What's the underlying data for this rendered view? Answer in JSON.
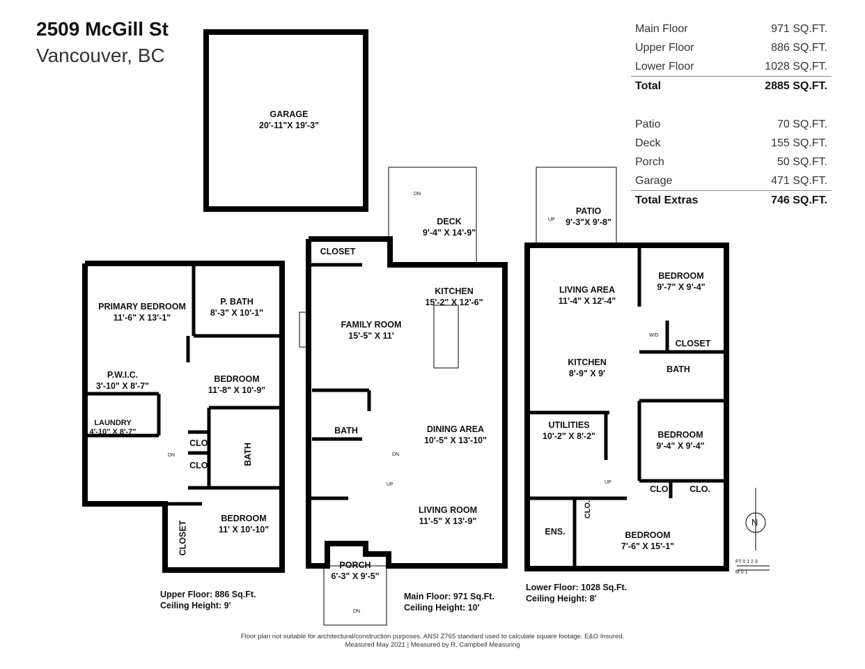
{
  "header": {
    "address_line1": "2509 McGill St",
    "address_line2": "Vancouver, BC"
  },
  "area_table": {
    "rows": [
      {
        "label": "Main Floor",
        "value": "971 SQ.FT."
      },
      {
        "label": "Upper Floor",
        "value": "886 SQ.FT."
      },
      {
        "label": "Lower Floor",
        "value": "1028 SQ.FT."
      }
    ],
    "total": {
      "label": "Total",
      "value": "2885 SQ.FT."
    },
    "extras": [
      {
        "label": "Patio",
        "value": "70 SQ.FT."
      },
      {
        "label": "Deck",
        "value": "155 SQ.FT."
      },
      {
        "label": "Porch",
        "value": "50 SQ.FT."
      },
      {
        "label": "Garage",
        "value": "471 SQ.FT."
      }
    ],
    "extras_total": {
      "label": "Total Extras",
      "value": "746 SQ.FT."
    }
  },
  "rooms": {
    "garage": {
      "name": "GARAGE",
      "dim": "20'-11\"X 19'-3\""
    },
    "deck": {
      "name": "DECK",
      "dim": "9'-4\" X 14'-9\""
    },
    "patio": {
      "name": "PATIO",
      "dim": "9'-3\"X 9'-8\""
    },
    "main_closet": {
      "name": "CLOSET"
    },
    "kitchen_main": {
      "name": "KITCHEN",
      "dim": "15'-2\" X 12'-6\""
    },
    "family_room": {
      "name": "FAMILY ROOM",
      "dim": "15'-5\" X 11'"
    },
    "main_bath": {
      "name": "BATH"
    },
    "dining_area": {
      "name": "DINING AREA",
      "dim": "10'-5\" X 13'-10\""
    },
    "living_room": {
      "name": "LIVING ROOM",
      "dim": "11'-5\" X 13'-9\""
    },
    "porch": {
      "name": "PORCH",
      "dim": "6'-3\" X 9'-5\""
    },
    "primary_bedroom": {
      "name": "PRIMARY BEDROOM",
      "dim": "11'-6\" X 13'-1\""
    },
    "p_bath": {
      "name": "P. BATH",
      "dim": "8'-3\" X 10'-1\""
    },
    "pwic": {
      "name": "P.W.I.C.",
      "dim": "3'-10\" X 8'-7\""
    },
    "upper_bedroom1": {
      "name": "BEDROOM",
      "dim": "11'-8\" X 10'-9\""
    },
    "laundry": {
      "name": "LAUNDRY",
      "dim": "4'-10\" X 8'-7\""
    },
    "upper_clo1": {
      "name": "CLO."
    },
    "upper_clo2": {
      "name": "CLO."
    },
    "upper_bath": {
      "name": "BATH"
    },
    "upper_closet": {
      "name": "CLOSET"
    },
    "upper_bedroom2": {
      "name": "BEDROOM",
      "dim": "11' X 10'-10\""
    },
    "living_area": {
      "name": "LIVING AREA",
      "dim": "11'-4\" X 12'-4\""
    },
    "lower_bedroom1": {
      "name": "BEDROOM",
      "dim": "9'-7\" X 9'-4\""
    },
    "lower_closet": {
      "name": "CLOSET"
    },
    "kitchen_lower": {
      "name": "KITCHEN",
      "dim": "8'-9\" X 9'"
    },
    "lower_bath": {
      "name": "BATH"
    },
    "utilities": {
      "name": "UTILITIES",
      "dim": "10'-2\" X 8'-2\""
    },
    "lower_bedroom2": {
      "name": "BEDROOM",
      "dim": "9'-4\" X 9'-4\""
    },
    "lower_clo1": {
      "name": "CLO."
    },
    "lower_clo2": {
      "name": "CLO."
    },
    "lower_clo3": {
      "name": "CLO."
    },
    "ens": {
      "name": "ENS."
    },
    "lower_bedroom3": {
      "name": "BEDROOM",
      "dim": "7'-6\" X 15'-1\""
    }
  },
  "stairs": {
    "dn": "DN",
    "up": "UP",
    "wd": "W/D"
  },
  "floors": {
    "upper": {
      "area": "Upper Floor: 886 Sq.Ft.",
      "ceiling": "Ceiling Height: 9'"
    },
    "main": {
      "area": "Main Floor: 971 Sq.Ft.",
      "ceiling": "Ceiling Height: 10'"
    },
    "lower": {
      "area": "Lower Floor: 1028 Sq.Ft.",
      "ceiling": "Ceiling Height: 8'"
    }
  },
  "compass": {
    "label": "N"
  },
  "scale": {
    "ft": "FT 0  1  2  3",
    "m": "M 0       1"
  },
  "footer": {
    "line1": "Floor plan not suitable for architectural/construction purposes. ANSI Z765 standard used to calculate square footage. E&O Insured.",
    "line2": "Measured May 2021 | Measured by R. Campbell Measuring"
  }
}
